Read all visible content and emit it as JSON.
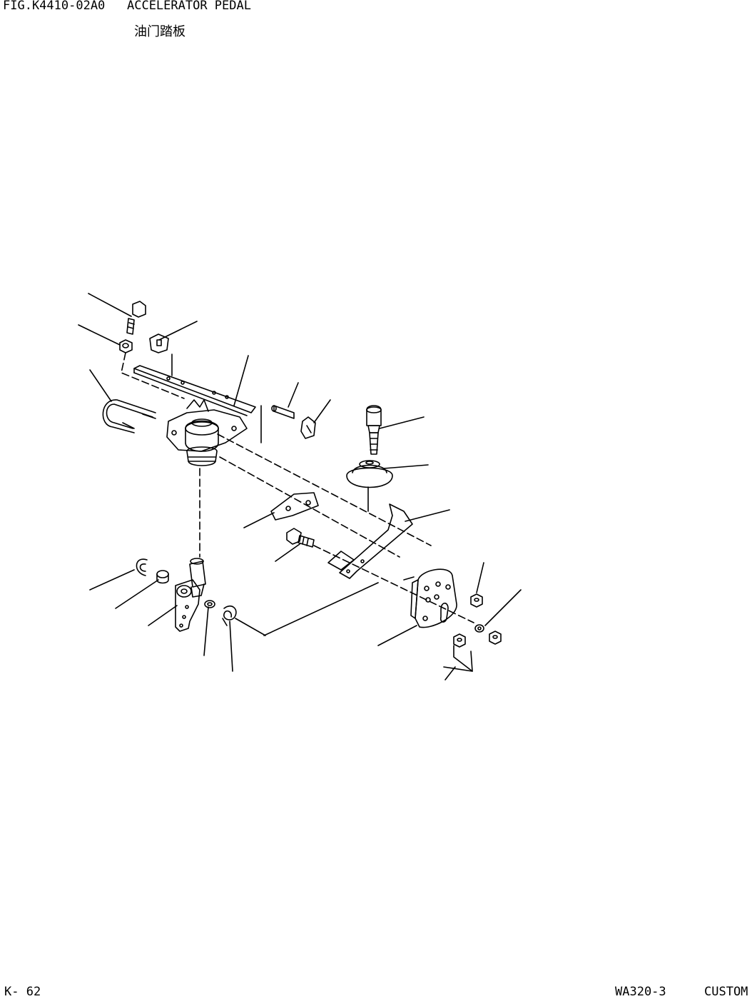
{
  "header": {
    "figure_label": "FIG.K4410-02A0   ACCELERATOR PEDAL",
    "chinese_title": "油门踏板"
  },
  "footer": {
    "page": "K- 62",
    "model": "WA320-3",
    "edition": "CUSTOM"
  },
  "diagram": {
    "subject": "accelerator pedal exploded parts view",
    "parts": [
      "bolt",
      "nut",
      "pin-clip",
      "u-bolt",
      "pedal",
      "pin",
      "clip",
      "pedal-housing",
      "boot",
      "rod-end",
      "cover",
      "bracket",
      "bolt-2",
      "bracket-2",
      "clip-2",
      "spacer",
      "lever",
      "bushing",
      "spring",
      "rod",
      "plate",
      "nut-2",
      "washer",
      "nut-3"
    ],
    "line_color": "#000000"
  }
}
